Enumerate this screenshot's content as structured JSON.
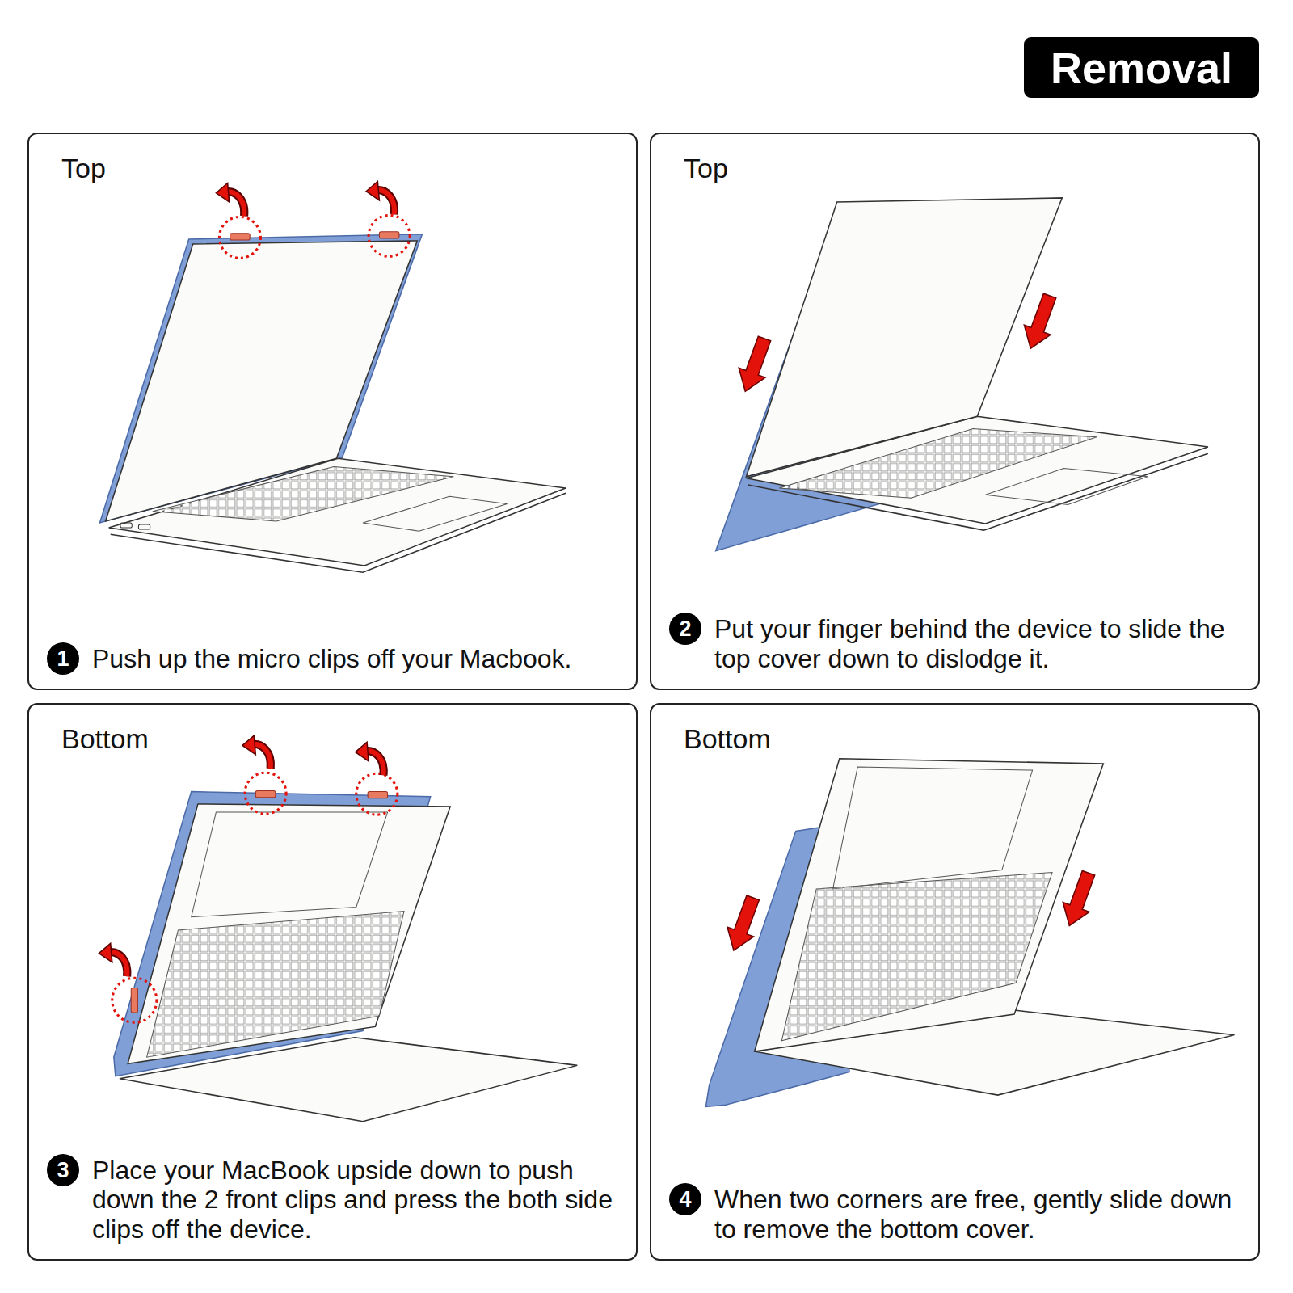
{
  "diagram": {
    "nodes": [
      {
        "text": [
          "Removal"
        ]
      },
      {
        "text": [
          "Top",
          "Push up the micro clips off your Macbook."
        ]
      },
      {
        "text": [
          "1"
        ],
        "in": 1
      },
      {
        "text": [
          "Top",
          "Put your finger behind the device to slide the top cover down to dislodge it."
        ]
      },
      {
        "text": [
          "2"
        ],
        "in": 3
      },
      {
        "text": [
          "Bottom",
          "Place your MacBook upside down to push down the 2 front clips and press the both side clips off the device."
        ]
      },
      {
        "text": [
          "3"
        ],
        "in": 5
      },
      {
        "text": [
          "Bottom",
          "When two corners are free, gently slide down to remove the bottom cover."
        ]
      },
      {
        "text": [
          "4"
        ],
        "in": 7
      }
    ]
  }
}
